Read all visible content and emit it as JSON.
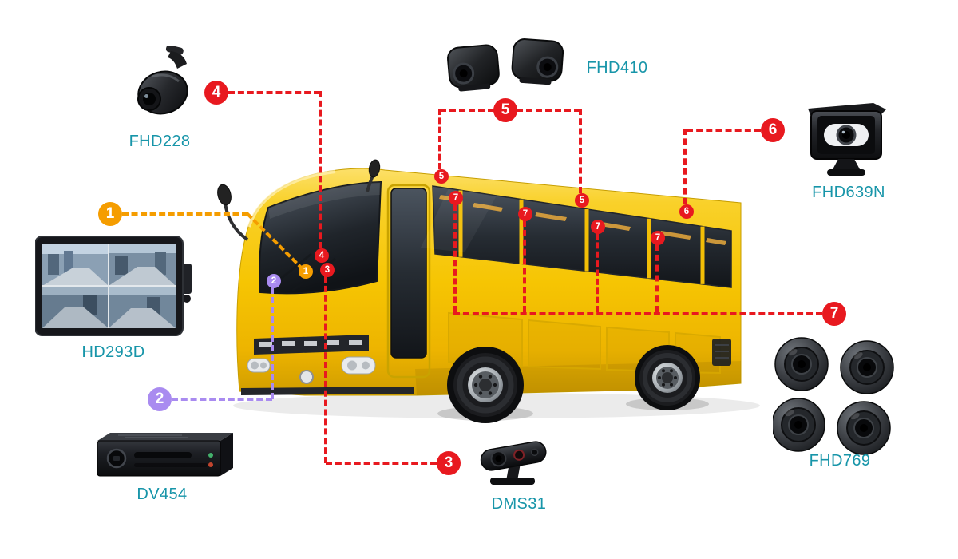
{
  "colors": {
    "red": "#e8191f",
    "orange": "#f59d00",
    "purple": "#a98bf0",
    "teal": "#1795a9"
  },
  "badges": {
    "n1": "1",
    "n2": "2",
    "n3": "3",
    "n4": "4",
    "n5": "5",
    "n6": "6",
    "n7": "7"
  },
  "products": {
    "fhd228": {
      "label": "FHD228"
    },
    "fhd410": {
      "label": "FHD410"
    },
    "fhd639n": {
      "label": "FHD639N"
    },
    "hd293d": {
      "label": "HD293D"
    },
    "dv454": {
      "label": "DV454"
    },
    "dms31": {
      "label": "DMS31"
    },
    "fhd769": {
      "label": "FHD769"
    }
  }
}
